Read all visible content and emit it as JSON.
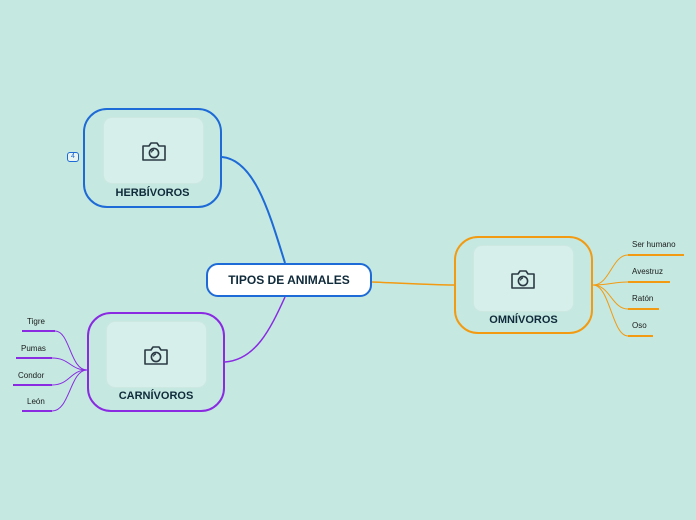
{
  "center": {
    "label": "TIPOS DE ANIMALES"
  },
  "herbivoros": {
    "label": "HERBÍVOROS",
    "badge": "4",
    "icon": "camera-icon",
    "color": "#1e6ad6"
  },
  "carnivoros": {
    "label": "CARNÍVOROS",
    "icon": "camera-icon",
    "color": "#8a2be2",
    "leaves": [
      "Tigre",
      "Pumas",
      "Condor",
      "León"
    ]
  },
  "omnivoros": {
    "label": "OMNÍVOROS",
    "icon": "camera-icon",
    "color": "#f29a12",
    "leaves": [
      "Ser humano",
      "Avestruz",
      "Ratón",
      "Oso"
    ]
  },
  "colors": {
    "background": "#c5e9e1",
    "text": "#0f2a3a"
  }
}
